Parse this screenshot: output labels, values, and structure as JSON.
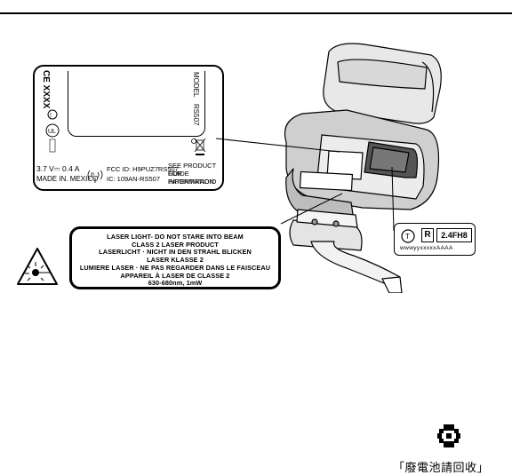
{
  "regulatory_label": {
    "ce_mark": "CE XXXX",
    "model_label": "MODEL",
    "model_value": "RS507",
    "rating": "3.7 V⎓ 0.4 A",
    "made_in": "MADE IN. MEXICO",
    "fcc_id": "FCC ID: H9PUZ7RS507",
    "ic": "IC: 109AN-RS507",
    "guide_lines": [
      "SEE PRODUCT GUIDE",
      "FOR PATENT/RADIO",
      "INFORMATION"
    ]
  },
  "laser_warning": {
    "lines": [
      "LASER LIGHT- DO NOT STARE INTO BEAM",
      "CLASS 2 LASER PRODUCT",
      "LASERLICHT · NICHT IN DEN STRAHL BLICKEN",
      "LASER KLASSE 2",
      "LUMIERE LASER · NE PAS REGARDER DANS LE FAISCEAU",
      "APPAREIL À LASER DE CLASSE 2",
      "630-680nm, 1mW"
    ]
  },
  "cert_label": {
    "r_mark": "R",
    "band": "2.4FH8",
    "serial": "wwwyyxxxxxAAAA"
  },
  "recycle_text": "「廢電池請回收」"
}
